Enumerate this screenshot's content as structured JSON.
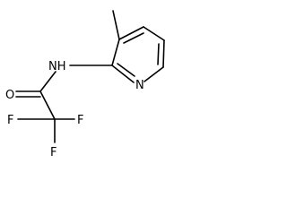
{
  "molecule": {
    "atoms": {
      "nh": "NH",
      "pyridine_n": "N",
      "carbonyl_o": "O",
      "f1": "F",
      "f2": "F",
      "f3": "F"
    },
    "colors": {
      "ink": "#000000",
      "background": "#ffffff"
    }
  }
}
